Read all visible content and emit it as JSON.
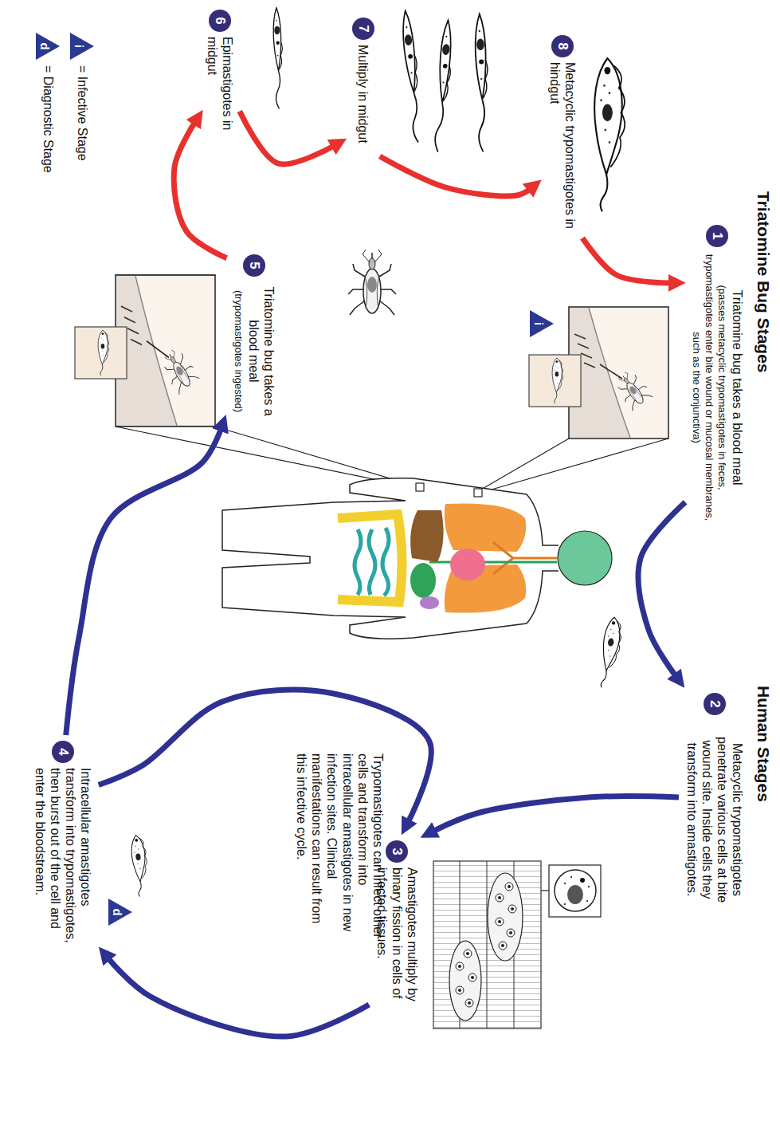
{
  "diagram": {
    "nodes": [
      {
        "text": [
          "1",
          "Triatomine bug takes a blood meal",
          "(passes metacyclic trypomastigotes in feces, trypomastigotes enter bite wound or mucosal membranes, such as the conjunctiva)"
        ]
      },
      {
        "text": [
          "2",
          "Metacyclic trypomastigotes penetrate various cells at bite wound site. Inside cells they transform into amastigotes."
        ]
      },
      {
        "text": [
          "3",
          "Amastigotes multiply by binary fission in cells of infected tissues."
        ]
      },
      {
        "text": [
          "4",
          "Intracellular amastigotes transform into trypomastigotes, then burst out of the cell and enter the bloodstream."
        ]
      },
      {
        "text": [
          "5",
          "Triatomine bug takes a blood meal",
          "(trypomastigotes ingested)"
        ]
      },
      {
        "text": [
          "6",
          "Epimastigotes in midgut"
        ]
      },
      {
        "text": [
          "7",
          "Multiply in midgut"
        ]
      },
      {
        "text": [
          "8",
          "Metacyclic trypomastigotes in hindgut"
        ]
      },
      {
        "text": [
          "i"
        ]
      },
      {
        "text": [
          "d"
        ]
      }
    ],
    "edges": [
      {
        "from": 7,
        "to": 0,
        "arrow": "to"
      },
      {
        "from": 0,
        "to": 1,
        "arrow": "to"
      },
      {
        "from": 1,
        "to": 2,
        "arrow": "to"
      },
      {
        "from": 2,
        "to": 3,
        "arrow": "to"
      },
      {
        "from": 3,
        "to": 4,
        "arrow": "to"
      },
      {
        "from": 4,
        "to": 5,
        "arrow": "to"
      },
      {
        "from": 5,
        "to": 6,
        "arrow": "to"
      },
      {
        "from": 6,
        "to": 7,
        "arrow": "to"
      },
      {
        "from": 3,
        "to": 2,
        "arrow": "to"
      }
    ],
    "labels": [
      "Triatomine Bug Stages",
      "Human Stages",
      "Trypomastigotes can infect other cells and transform into intracellular amastigotes in new infection sites. Clinical manifestations can result from this infective cycle.",
      "i",
      "d"
    ],
    "legend": [
      {
        "text": "= Infective Stage"
      },
      {
        "text": "= Diagnostic Stage"
      }
    ]
  }
}
